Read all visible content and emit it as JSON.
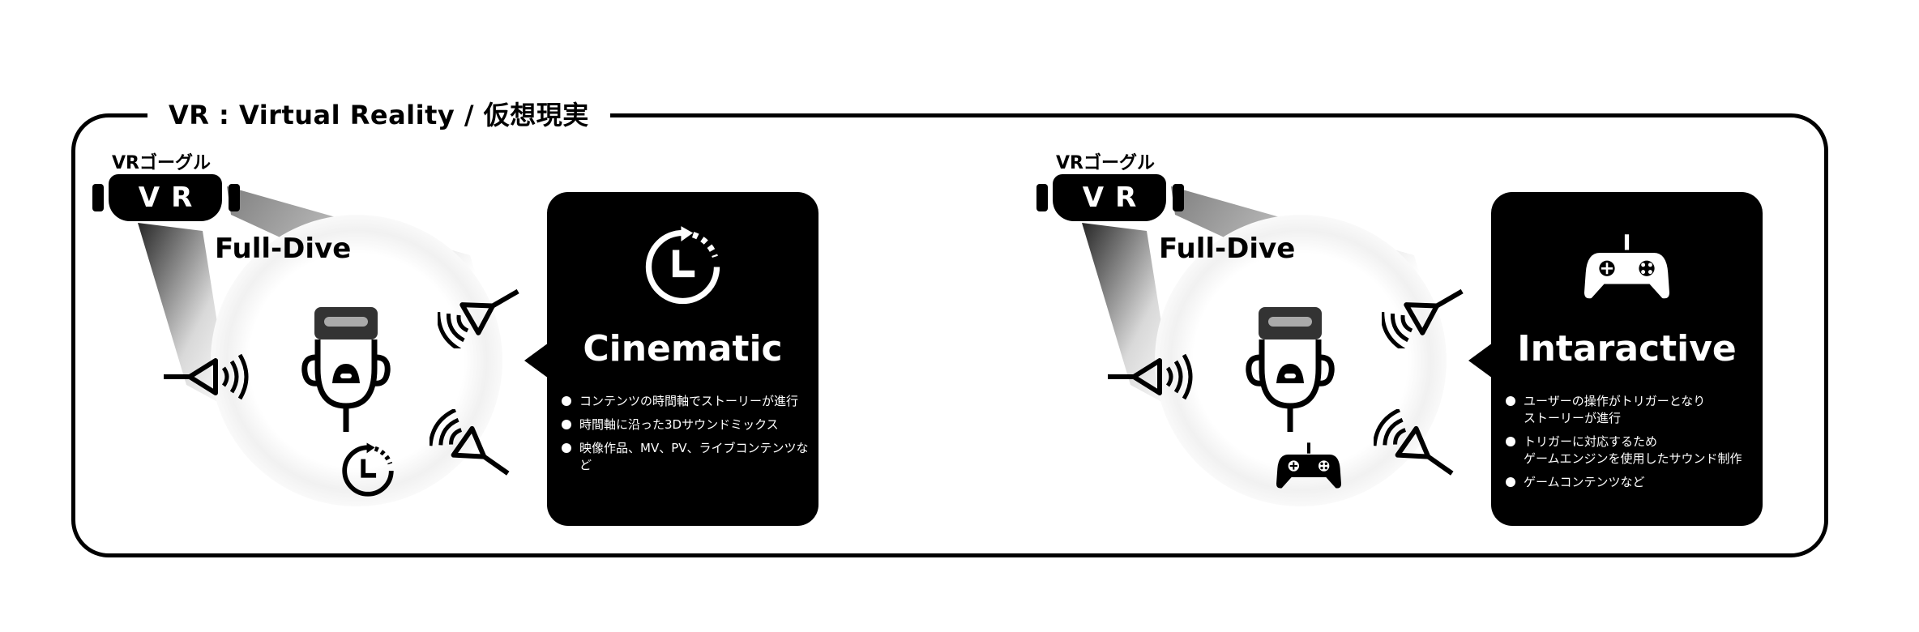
{
  "frame": {
    "title": "VR : Virtual Reality / 仮想現実"
  },
  "panels": [
    {
      "goggle_label": "VRゴーグル",
      "goggle_text": "VR",
      "fulldive_label": "Full-Dive",
      "card": {
        "icon": "clock-icon",
        "title": "Cinematic",
        "bullets": [
          "コンテンツの時間軸でストーリーが進行",
          "時間軸に沿った3Dサウンドミックス",
          "映像作品、MV、PV、ライブコンテンツなど"
        ]
      },
      "bottom_icon": "clock-icon"
    },
    {
      "goggle_label": "VRゴーグル",
      "goggle_text": "VR",
      "fulldive_label": "Full-Dive",
      "card": {
        "icon": "gamepad-icon",
        "title": "Intaractive",
        "bullets": [
          "ユーザーの操作がトリガーとなり\nストーリーが進行",
          "トリガーに対応するため\nゲームエンジンを使用したサウンド制作",
          "ゲームコンテンツなど"
        ]
      },
      "bottom_icon": "gamepad-icon"
    }
  ],
  "colors": {
    "ink": "#000000",
    "paper": "#ffffff"
  }
}
